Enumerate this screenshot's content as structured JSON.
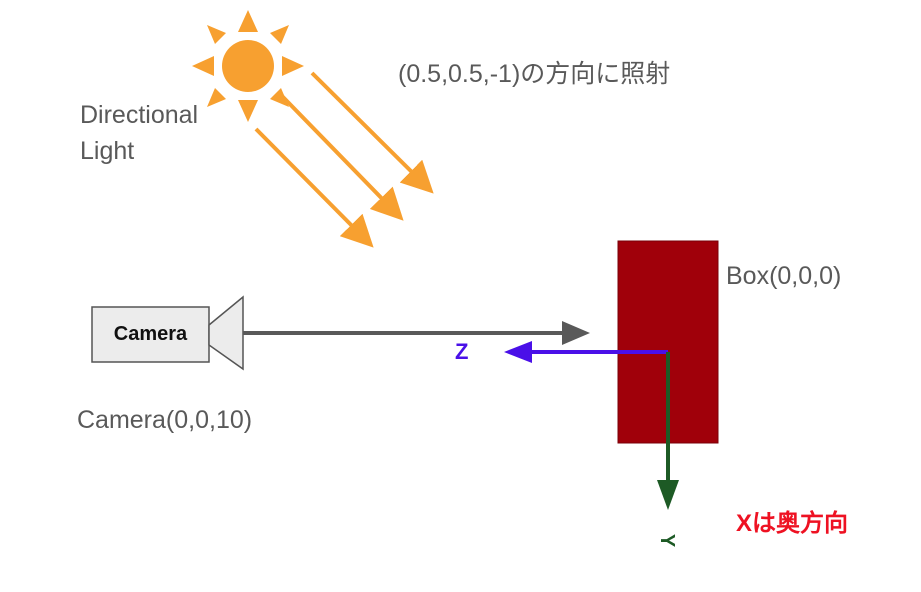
{
  "light": {
    "label_line1": "Directional",
    "label_line2": "Light",
    "direction_text": "(0.5,0.5,-1)の方向に照射"
  },
  "box": {
    "label": "Box(0,0,0)"
  },
  "camera": {
    "body_text": "Camera",
    "label": "Camera(0,0,10)"
  },
  "axes": {
    "z_label": "Z",
    "y_label": "Y",
    "x_note": "Xは奥方向"
  },
  "colors": {
    "sun": "#f7a030",
    "box_fill": "#a0000a",
    "camera_fill": "#ececec",
    "view_arrow": "#595959",
    "z_axis": "#4a10e8",
    "y_axis": "#1d5a25",
    "x_note": "#ee1122",
    "label_text": "#595959"
  }
}
